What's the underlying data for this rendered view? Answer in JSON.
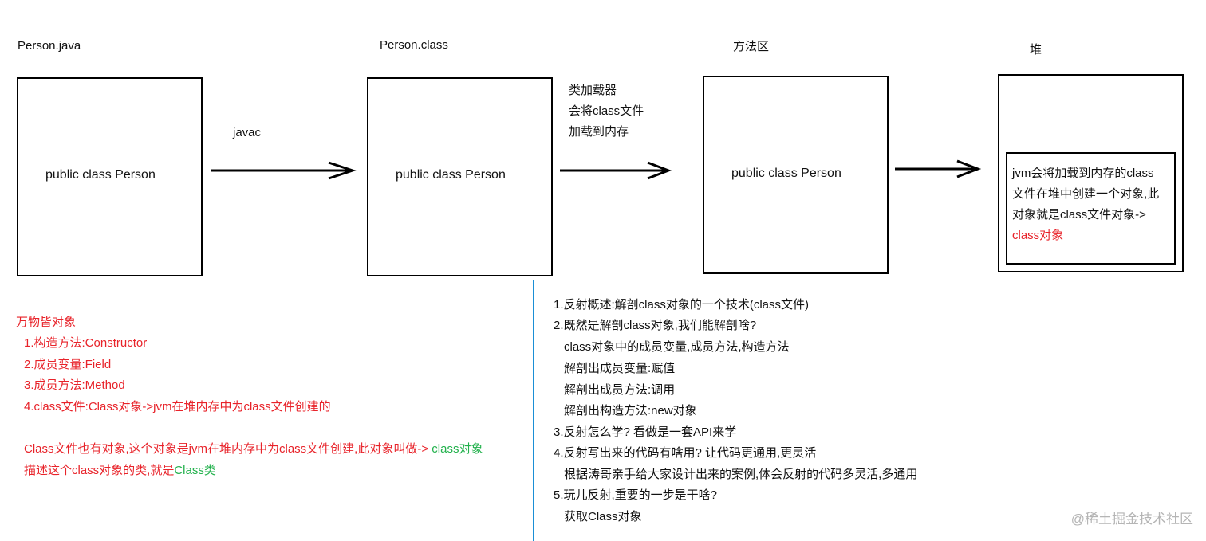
{
  "stages": {
    "java": {
      "title": "Person.java",
      "box_text": "public class Person"
    },
    "class": {
      "title": "Person.class",
      "box_text": "public class Person"
    },
    "method_area": {
      "title": "方法区",
      "box_text": "public class Person"
    },
    "heap": {
      "title": "堆",
      "inner_lines": [
        "jvm会将加载到内存的class",
        "文件在堆中创建一个对象,此",
        "对象就是class文件对象->"
      ],
      "inner_red": "class对象"
    }
  },
  "arrows": {
    "javac_label": "javac",
    "loader_lines": [
      "类加载器",
      "会将class文件",
      "加载到内存"
    ]
  },
  "left_notes": {
    "lines": [
      "万物皆对象",
      "1.构造方法:Constructor",
      "2.成员变量:Field",
      "3.成员方法:Method",
      "4.class文件:Class对象->jvm在堆内存中为class文件创建的"
    ],
    "line6_red": "Class文件也有对象,这个对象是jvm在堆内存中为class文件创建,此对象叫做-> ",
    "line6_green": "class对象",
    "line7_red": "描述这个class对象的类,就是",
    "line7_green": "Class类"
  },
  "right_notes": {
    "lines": [
      "1.反射概述:解剖class对象的一个技术(class文件)",
      "2.既然是解剖class对象,我们能解剖啥?",
      "class对象中的成员变量,成员方法,构造方法",
      "解剖出成员变量:赋值",
      "解剖出成员方法:调用",
      "解剖出构造方法:new对象",
      "3.反射怎么学?  看做是一套API来学",
      "4.反射写出来的代码有啥用? 让代码更通用,更灵活",
      "根据涛哥亲手给大家设计出来的案例,体会反射的代码多灵活,多通用",
      "5.玩儿反射,重要的一步是干啥?",
      "获取Class对象"
    ]
  },
  "watermark": "@稀土掘金技术社区",
  "colors": {
    "red": "#e8232a",
    "green": "#22b14c",
    "divider": "#1a8fd6"
  }
}
